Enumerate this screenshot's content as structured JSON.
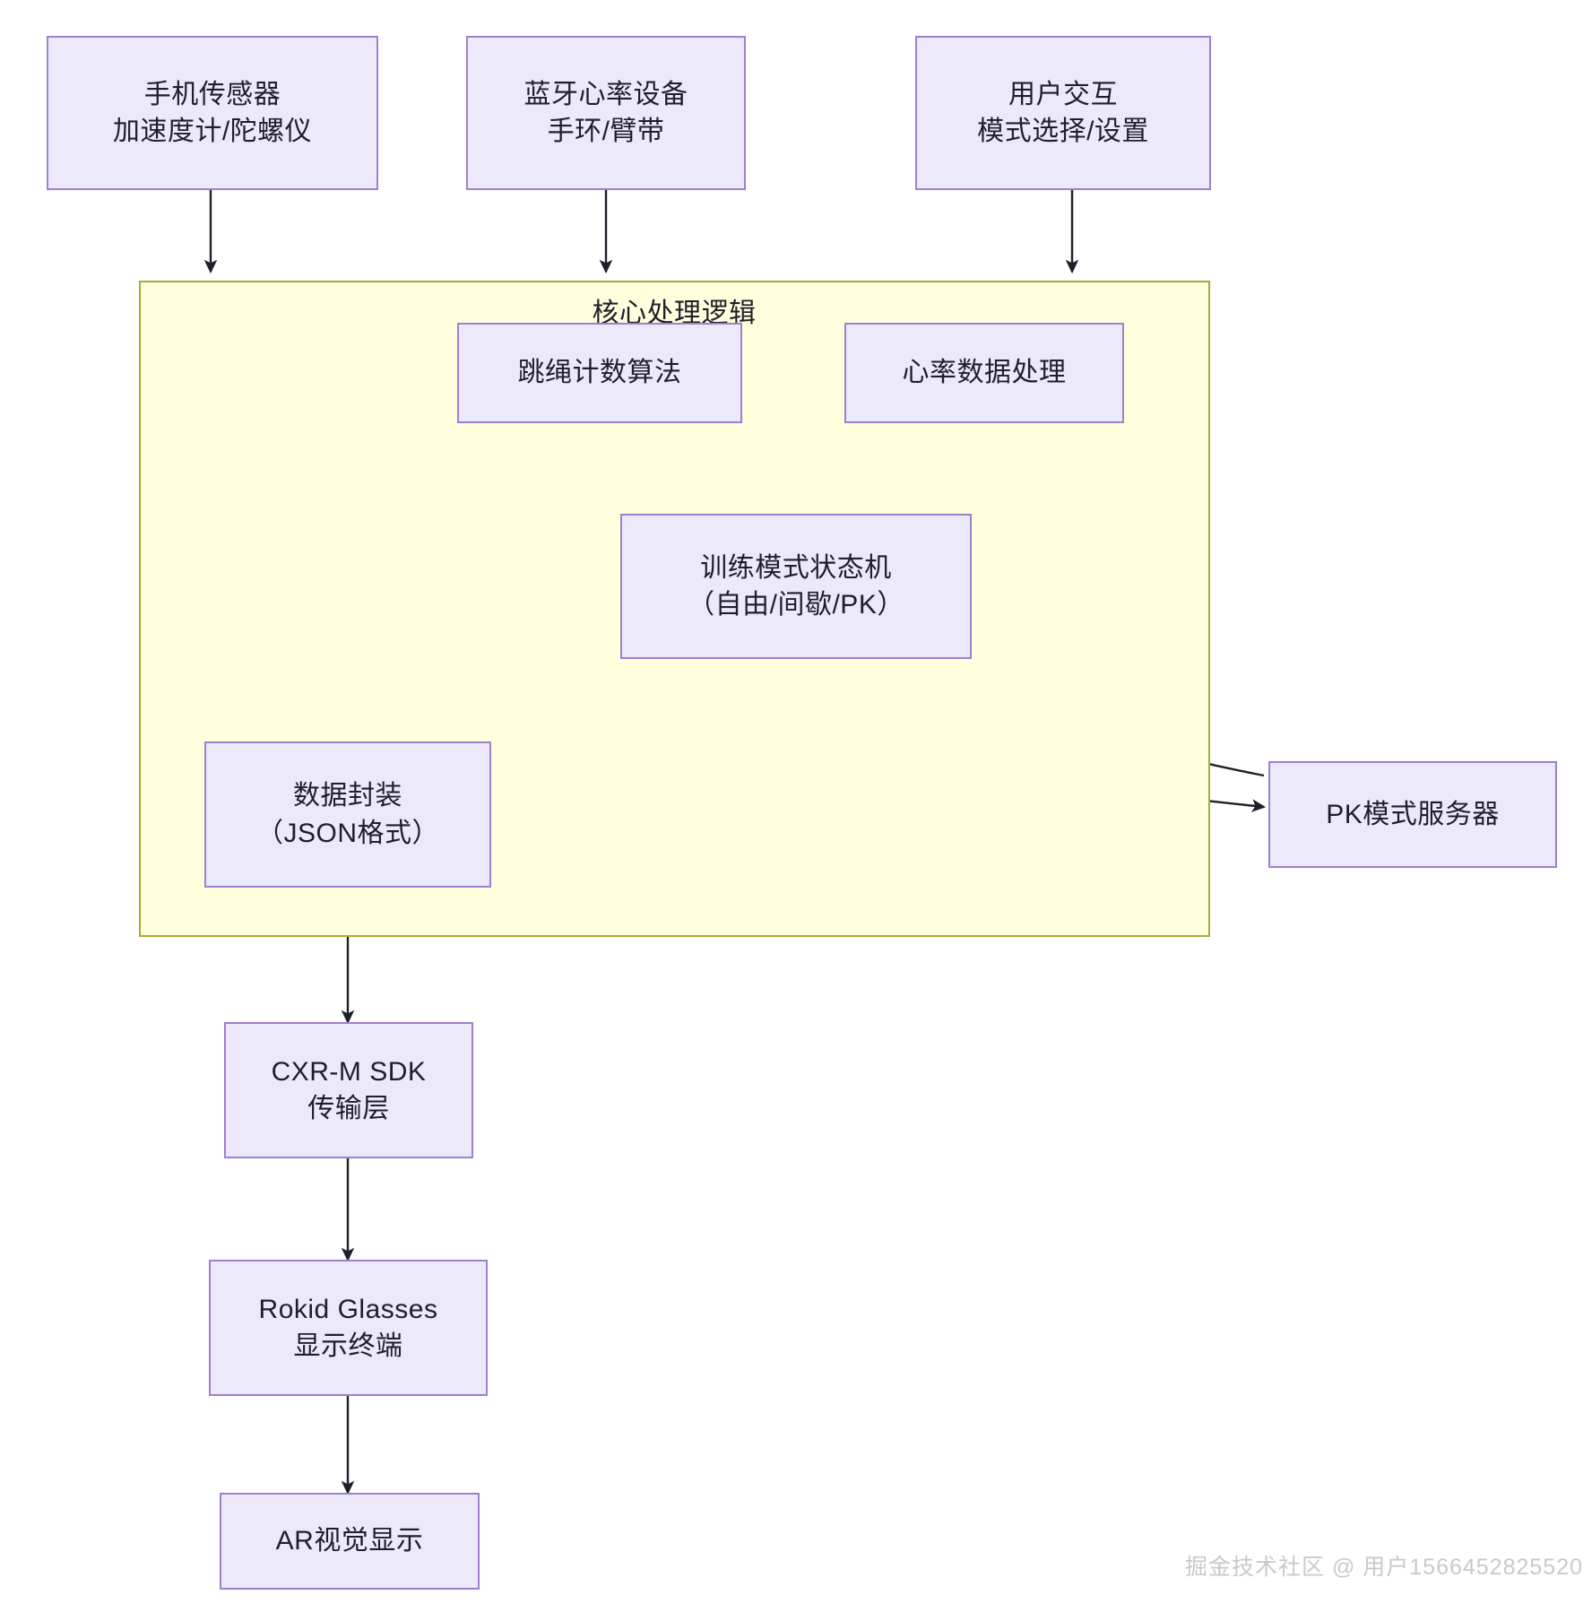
{
  "diagram": {
    "title_cluster": "核心处理逻辑",
    "nodes": {
      "phone_sensor": {
        "line1": "手机传感器",
        "line2": "加速度计/陀螺仪"
      },
      "ble_hr": {
        "line1": "蓝牙心率设备",
        "line2": "手环/臂带"
      },
      "user_interaction": {
        "line1": "用户交互",
        "line2": "模式选择/设置"
      },
      "jump_rope_algo": {
        "line1": "跳绳计数算法",
        "line2": ""
      },
      "hr_processing": {
        "line1": "心率数据处理",
        "line2": ""
      },
      "state_machine": {
        "line1": "训练模式状态机",
        "line2": "（自由/间歇/PK）"
      },
      "data_pack": {
        "line1": "数据封装",
        "line2": "（JSON格式）"
      },
      "pk_server": {
        "line1": "PK模式服务器",
        "line2": ""
      },
      "cxr_sdk": {
        "line1": "CXR-M SDK",
        "line2": "传输层"
      },
      "rokid_glasses": {
        "line1": "Rokid Glasses",
        "line2": "显示终端"
      },
      "ar_display": {
        "line1": "AR视觉显示",
        "line2": ""
      }
    },
    "watermark": "掘金技术社区 @ 用户1566452825520",
    "colors": {
      "node_fill": "#ece9fb",
      "node_stroke": "#9f7fd0",
      "cluster_fill": "#ffffde",
      "cluster_stroke": "#aaaa33",
      "edge_stroke": "#1f1f2b",
      "text": "#1f1f2b",
      "watermark": "#c9c9c9"
    }
  }
}
